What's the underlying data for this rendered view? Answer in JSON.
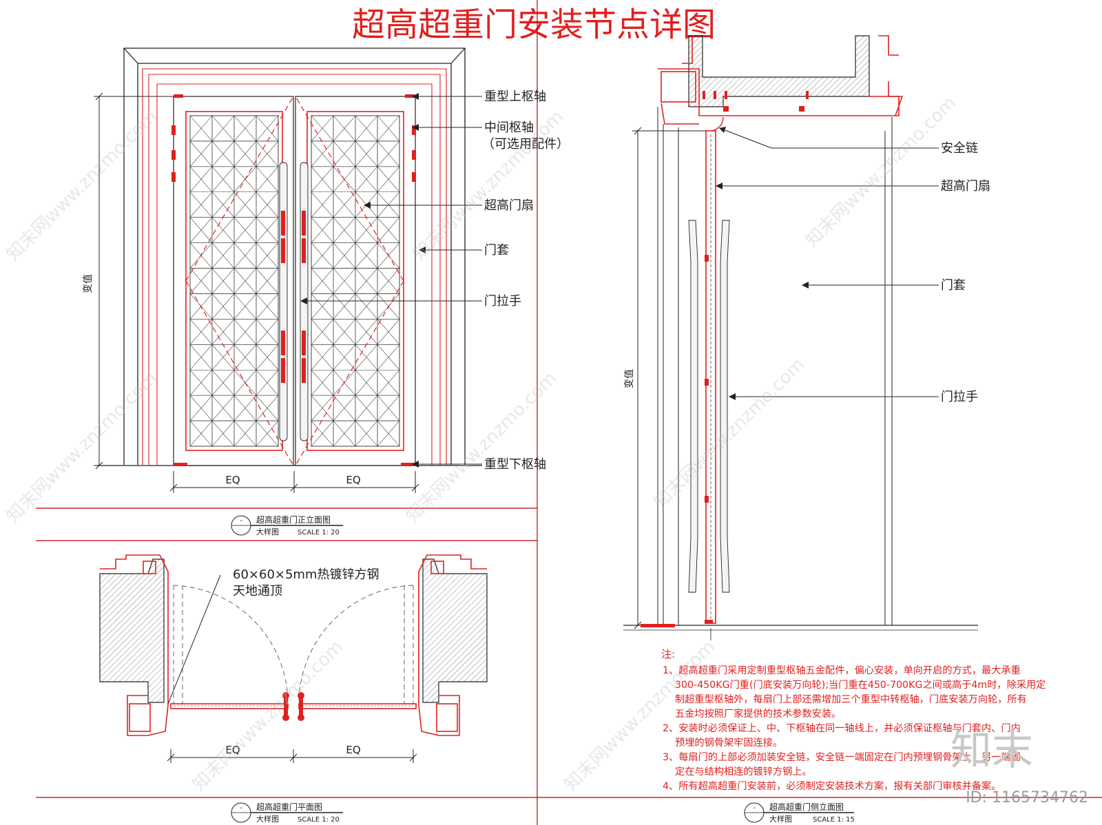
{
  "title": "超高超重门安装节点详图",
  "elevation": {
    "dim_label": "变值",
    "eq_left": "EQ",
    "eq_right": "EQ",
    "callouts": [
      "重型上枢轴",
      "中间枢轴",
      "（可选用配件）",
      "超高门扇",
      "门套",
      "门拉手",
      "重型下枢轴"
    ],
    "caption_number": "-",
    "caption_title": "超高超重门正立面图",
    "caption_sub": "大样图",
    "caption_scale": "SCALE  1: 20"
  },
  "plan": {
    "callout_line1": "60×60×5mm热镀锌方钢",
    "callout_line2": "天地通顶",
    "eq_left": "EQ",
    "eq_right": "EQ",
    "caption_number": "-",
    "caption_title": "超高超重门平面图",
    "caption_sub": "大样图",
    "caption_scale": "SCALE  1: 20"
  },
  "side": {
    "dim_label": "变值",
    "callouts": [
      "安全链",
      "超高门扇",
      "门套",
      "门拉手"
    ],
    "caption_number": "-",
    "caption_title": "超高超重门侧立面图",
    "caption_sub": "大样图",
    "caption_scale": "SCALE  1: 15"
  },
  "notes": {
    "heading": "注:",
    "lines": [
      "1、超高超重门采用定制重型枢轴五金配件，偏心安装，单向开启的方式，最大承重",
      "300-450KG门重(门底安装万向轮);当门重在450-700KG之间或高于4m时，除采用定",
      "制超重型枢轴外，每扇门上部还需增加三个重型中转枢轴，门底安装万向轮，所有",
      "五金均按照厂家提供的技术参数安装。",
      "2、安装时必须保证上、中、下枢轴在同一轴线上，并必须保证枢轴与门套内、门内",
      "预埋的钢骨架牢固连接。",
      "3、每扇门的上部必须加装安全链，安全链一端固定在门内预埋钢骨架上，另一端固",
      "定在与结构相连的镀锌方钢上。",
      "4、所有超高超重门安装前，必须制定安装技术方案，报有关部门审核并备案。"
    ]
  },
  "brand": {
    "logo": "知末",
    "id_text": "ID: 1165734762",
    "watermark": "知末网www.znzmo.com"
  },
  "colors": {
    "accent": "#e02020",
    "line": "#222222"
  }
}
